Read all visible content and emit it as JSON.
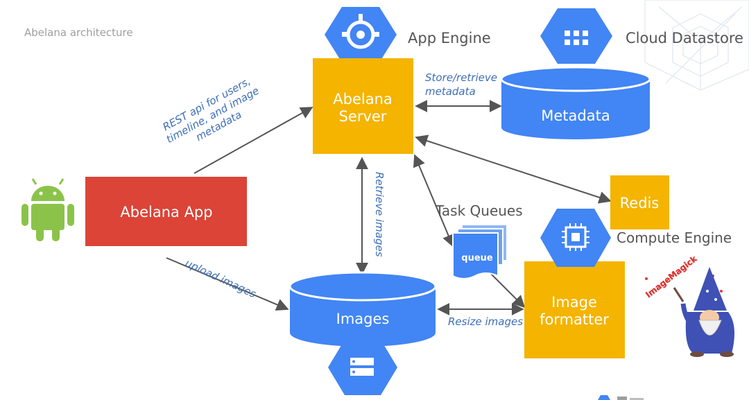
{
  "title": "Abelana architecture",
  "colors": {
    "blue": "#4285f4",
    "red": "#db4437",
    "yellow": "#f4b400",
    "green": "#8bc34a",
    "arrow": "#555555",
    "label_blue": "#3d6eb8"
  },
  "nodes": {
    "app": "Abelana App",
    "server_line1": "Abelana",
    "server_line2": "Server",
    "metadata": "Metadata",
    "images": "Images",
    "redis": "Redis",
    "formatter_line1": "Image",
    "formatter_line2": "formatter",
    "queue_doc": "queue"
  },
  "service_labels": {
    "app_engine": "App Engine",
    "cloud_datastore": "Cloud Datastore",
    "task_queues": "Task Queues",
    "compute_engine": "Compute Engine"
  },
  "edge_labels": {
    "rest_line1": "REST api for users,",
    "rest_line2": "timeline, and image",
    "rest_line3": "metadata",
    "store_line1": "Store/retrieve",
    "store_line2": "metadata",
    "retrieve": "Retrieve images",
    "upload": "upload images",
    "resize": "Resize images"
  },
  "icons": {
    "app_engine": "app-engine-icon",
    "datastore": "cloud-datastore-icon",
    "compute": "compute-engine-icon",
    "storage": "cloud-storage-icon",
    "android": "android-icon",
    "imagemagick": "imagemagick-wizard-icon"
  },
  "imagemagick_logo_text": "ImageMagick"
}
